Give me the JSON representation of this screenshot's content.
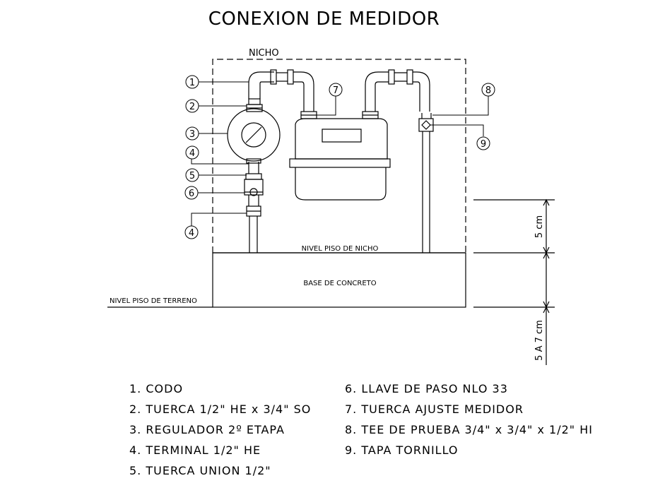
{
  "title": "CONEXION DE MEDIDOR",
  "labels": {
    "nicho": "NICHO",
    "nivel_piso_nicho": "NIVEL PISO DE NICHO",
    "base_concreto": "BASE DE CONCRETO",
    "nivel_piso_terreno": "NIVEL PISO DE TERRENO",
    "dim_upper": "5 cm",
    "dim_lower": "5 A 7 cm"
  },
  "callouts": [
    "1",
    "2",
    "3",
    "4",
    "5",
    "6",
    "4",
    "7",
    "8",
    "9"
  ],
  "legend": {
    "left": [
      "1. CODO",
      "2. TUERCA 1/2\" HE x 3/4\" SO",
      "3. REGULADOR 2º ETAPA",
      "4. TERMINAL 1/2\" HE",
      "5. TUERCA UNION 1/2\""
    ],
    "right": [
      "6. LLAVE DE PASO NLO 33",
      "7. TUERCA AJUSTE MEDIDOR",
      "8. TEE DE PRUEBA 3/4\" x 3/4\" x 1/2\" HI",
      "9. TAPA TORNILLO"
    ]
  }
}
